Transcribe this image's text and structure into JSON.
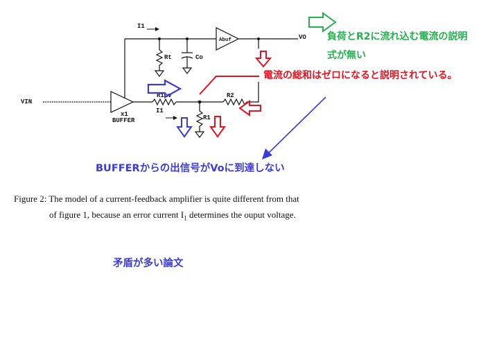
{
  "colors": {
    "ink": "#111111",
    "green": "#22b14c",
    "red": "#e8121f",
    "blue": "#3b3bd6"
  },
  "circuit_labels": {
    "i1_top": "I1",
    "vo": "VO",
    "abuf": "Abuf",
    "rt": "Rt",
    "co": "Co",
    "vin": "VIN",
    "rinv": "Rinv",
    "r2": "R2",
    "i1_bottom": "I1",
    "x1": "x1",
    "buffer": "BUFFER",
    "r1": "R1"
  },
  "caption": {
    "line1": "Figure 2: The model of a current-feedback amplifier is quite different from that",
    "line2_before": "of figure 1, because an error current I",
    "line2_sub": "1",
    "line2_after": " determines the ouput  voltage."
  },
  "annotations": {
    "green_line1": "負荷とR2に流れ込む電流の説明",
    "green_line2": "式が無い",
    "red_text": "電流の総和はゼロになると説明されている。",
    "blue_text": "BUFFERからの出信号がVoに到達しない",
    "contradiction": "矛盾が多い論文"
  },
  "icons": [
    "arrow-right-icon",
    "arrow-down-icon",
    "arrow-left-icon"
  ]
}
